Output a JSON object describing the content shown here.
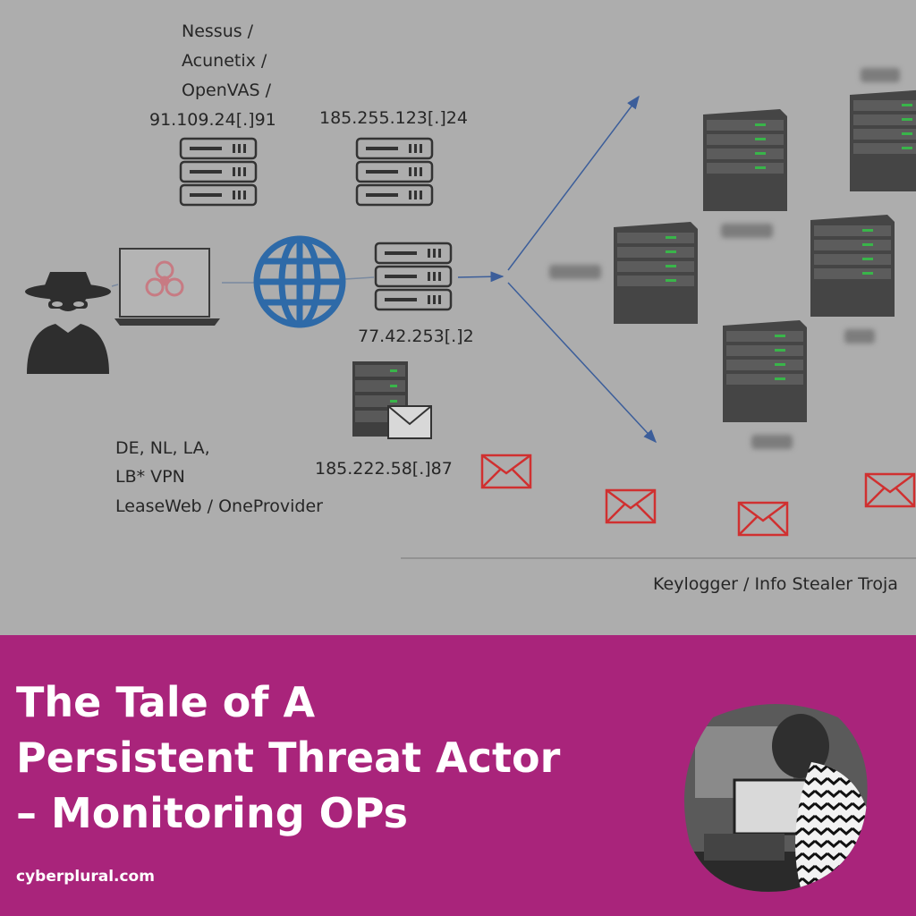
{
  "diagram": {
    "scanner_label": [
      "Nessus /",
      "Acunetix /",
      "OpenVAS /",
      "91.109.24[.]91"
    ],
    "server2_ip": "185.255.123[.]24",
    "server3_ip": "77.42.253[.]2",
    "mail_server_ip": "185.222.58[.]87",
    "vpn_label": [
      "DE, NL, LA,",
      "LB* VPN",
      "LeaseWeb / OneProvider"
    ],
    "footer_label": "Keylogger / Info Stealer Troja",
    "icons": [
      "hacker-icon",
      "laptop-icon",
      "biohazard-icon",
      "globe-icon",
      "server-icon",
      "mail-server-icon",
      "envelope-icon",
      "rack-server-icon"
    ]
  },
  "banner": {
    "title_lines": [
      "The Tale of A",
      "Persistent Threat Actor",
      "– Monitoring OPs"
    ],
    "site": "cyberplural.com"
  },
  "colors": {
    "diagram_bg": "#adadad",
    "banner_bg": "#a9247b",
    "title_text": "#ffffff",
    "arrow": "#3c5e9a",
    "envelope_red": "#d03030",
    "globe_blue": "#2e6aa8",
    "rack_dark": "#444444",
    "led_green": "#39b54a"
  }
}
